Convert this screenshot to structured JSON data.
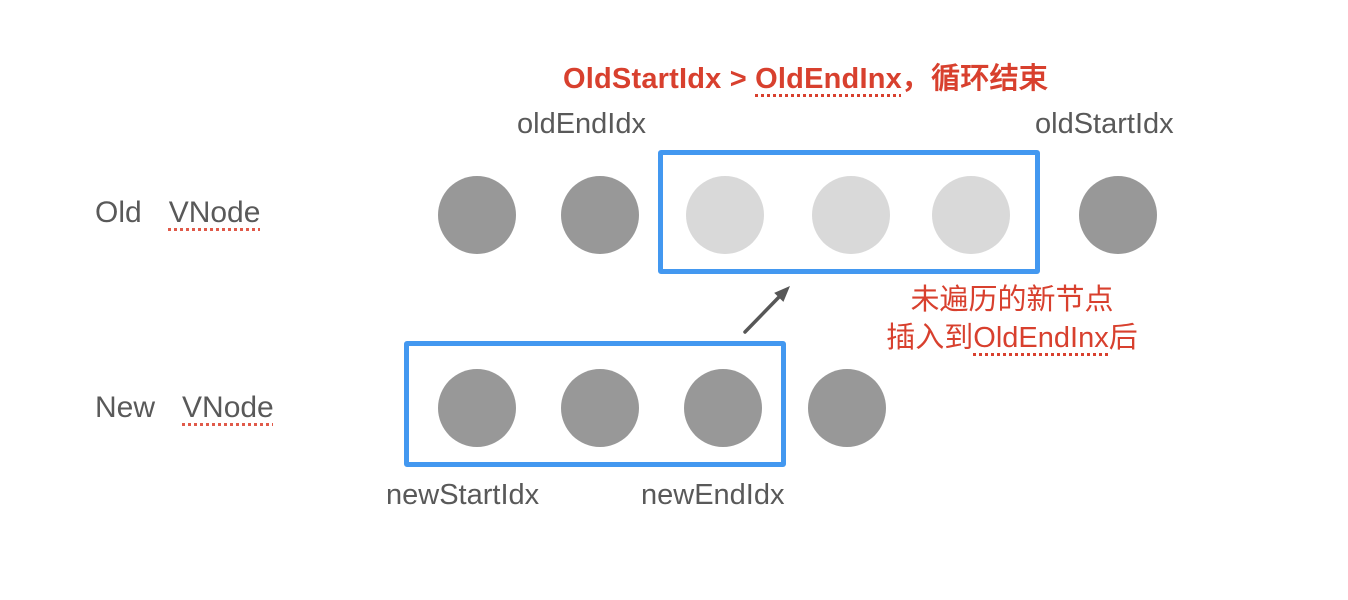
{
  "colors": {
    "accent_red": "#d8402e",
    "label_gray": "#595959",
    "node_dark": "#989898",
    "node_light": "#d9d9d9",
    "box_blue": "#4398f0",
    "arrow_gray": "#575757"
  },
  "title": {
    "part1": "OldStartIdx > ",
    "underlined": "OldEndInx",
    "part3": "，循环结束"
  },
  "pointers": {
    "old_end": "oldEndIdx",
    "old_start": "oldStartIdx",
    "new_start": "newStartIdx",
    "new_end": "newEndIdx"
  },
  "rows": {
    "old": {
      "label_word1": "Old",
      "label_word2": "VNode",
      "nodes": [
        {
          "shade": "dark"
        },
        {
          "shade": "dark"
        },
        {
          "shade": "light"
        },
        {
          "shade": "light"
        },
        {
          "shade": "light"
        },
        {
          "shade": "dark"
        }
      ]
    },
    "new": {
      "label_word1": "New",
      "label_word2": "VNode",
      "nodes": [
        {
          "shade": "dark"
        },
        {
          "shade": "dark"
        },
        {
          "shade": "dark"
        },
        {
          "shade": "dark"
        }
      ]
    }
  },
  "annotation": {
    "line1": "未遍历的新节点",
    "line2_prefix": "插入到",
    "line2_underlined": "OldEndInx",
    "line2_suffix": "后"
  }
}
